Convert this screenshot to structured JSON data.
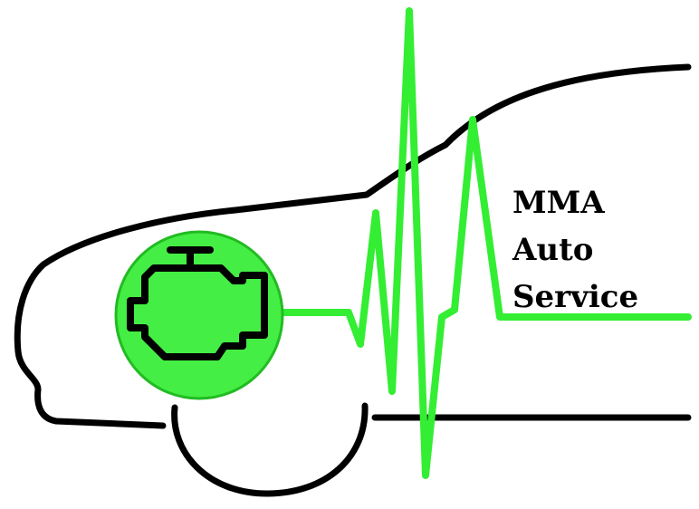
{
  "logo": {
    "brand_lines": [
      "MMA",
      "Auto",
      "Service"
    ],
    "icon": "check-engine-icon",
    "colors": {
      "green": "#33ee33",
      "black": "#000000",
      "background": "#ffffff"
    }
  }
}
